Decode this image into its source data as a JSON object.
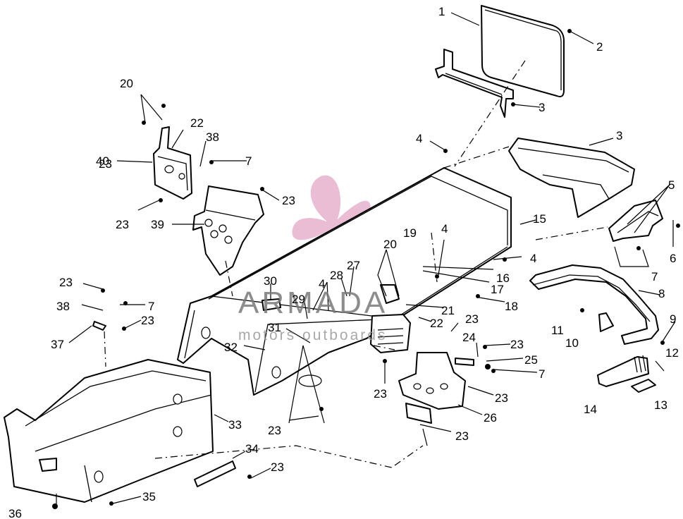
{
  "watermark": {
    "brand": "ARMADA",
    "tagline": "motors outboards",
    "logo_color": "#e3a7c8"
  },
  "callouts": [
    {
      "id": "c1",
      "text": "1"
    },
    {
      "id": "c2",
      "text": "2"
    },
    {
      "id": "c3a",
      "text": "3"
    },
    {
      "id": "c3b",
      "text": "3"
    },
    {
      "id": "c4a",
      "text": "4"
    },
    {
      "id": "c4b",
      "text": "4"
    },
    {
      "id": "c4c",
      "text": "4"
    },
    {
      "id": "c4d",
      "text": "4"
    },
    {
      "id": "c5",
      "text": "5"
    },
    {
      "id": "c6",
      "text": "6"
    },
    {
      "id": "c7a",
      "text": "7"
    },
    {
      "id": "c7b",
      "text": "7"
    },
    {
      "id": "c7c",
      "text": "7"
    },
    {
      "id": "c7d",
      "text": "7"
    },
    {
      "id": "c8",
      "text": "8"
    },
    {
      "id": "c9",
      "text": "9"
    },
    {
      "id": "c10",
      "text": "10"
    },
    {
      "id": "c11",
      "text": "11"
    },
    {
      "id": "c12",
      "text": "12"
    },
    {
      "id": "c13",
      "text": "13"
    },
    {
      "id": "c14",
      "text": "14"
    },
    {
      "id": "c15",
      "text": "15"
    },
    {
      "id": "c16",
      "text": "16"
    },
    {
      "id": "c17",
      "text": "17"
    },
    {
      "id": "c18",
      "text": "18"
    },
    {
      "id": "c19",
      "text": "19"
    },
    {
      "id": "c20a",
      "text": "20"
    },
    {
      "id": "c20b",
      "text": "20"
    },
    {
      "id": "c21",
      "text": "21"
    },
    {
      "id": "c22a",
      "text": "22"
    },
    {
      "id": "c22b",
      "text": "22"
    },
    {
      "id": "c23a",
      "text": "23"
    },
    {
      "id": "c23b",
      "text": "23"
    },
    {
      "id": "c23c",
      "text": "23"
    },
    {
      "id": "c23d",
      "text": "23"
    },
    {
      "id": "c23e",
      "text": "23"
    },
    {
      "id": "c23f",
      "text": "23"
    },
    {
      "id": "c23g",
      "text": "23"
    },
    {
      "id": "c23h",
      "text": "23"
    },
    {
      "id": "c23i",
      "text": "23"
    },
    {
      "id": "c23j",
      "text": "23"
    },
    {
      "id": "c23k",
      "text": "23"
    },
    {
      "id": "c23l",
      "text": "23"
    },
    {
      "id": "c24",
      "text": "24"
    },
    {
      "id": "c25",
      "text": "25"
    },
    {
      "id": "c26",
      "text": "26"
    },
    {
      "id": "c27",
      "text": "27"
    },
    {
      "id": "c28",
      "text": "28"
    },
    {
      "id": "c29",
      "text": "29"
    },
    {
      "id": "c30",
      "text": "30"
    },
    {
      "id": "c31",
      "text": "31"
    },
    {
      "id": "c32",
      "text": "32"
    },
    {
      "id": "c33",
      "text": "33"
    },
    {
      "id": "c34",
      "text": "34"
    },
    {
      "id": "c35",
      "text": "35"
    },
    {
      "id": "c36",
      "text": "36"
    },
    {
      "id": "c37",
      "text": "37"
    },
    {
      "id": "c38a",
      "text": "38"
    },
    {
      "id": "c38b",
      "text": "38"
    },
    {
      "id": "c39",
      "text": "39"
    },
    {
      "id": "c40",
      "text": "40"
    }
  ]
}
